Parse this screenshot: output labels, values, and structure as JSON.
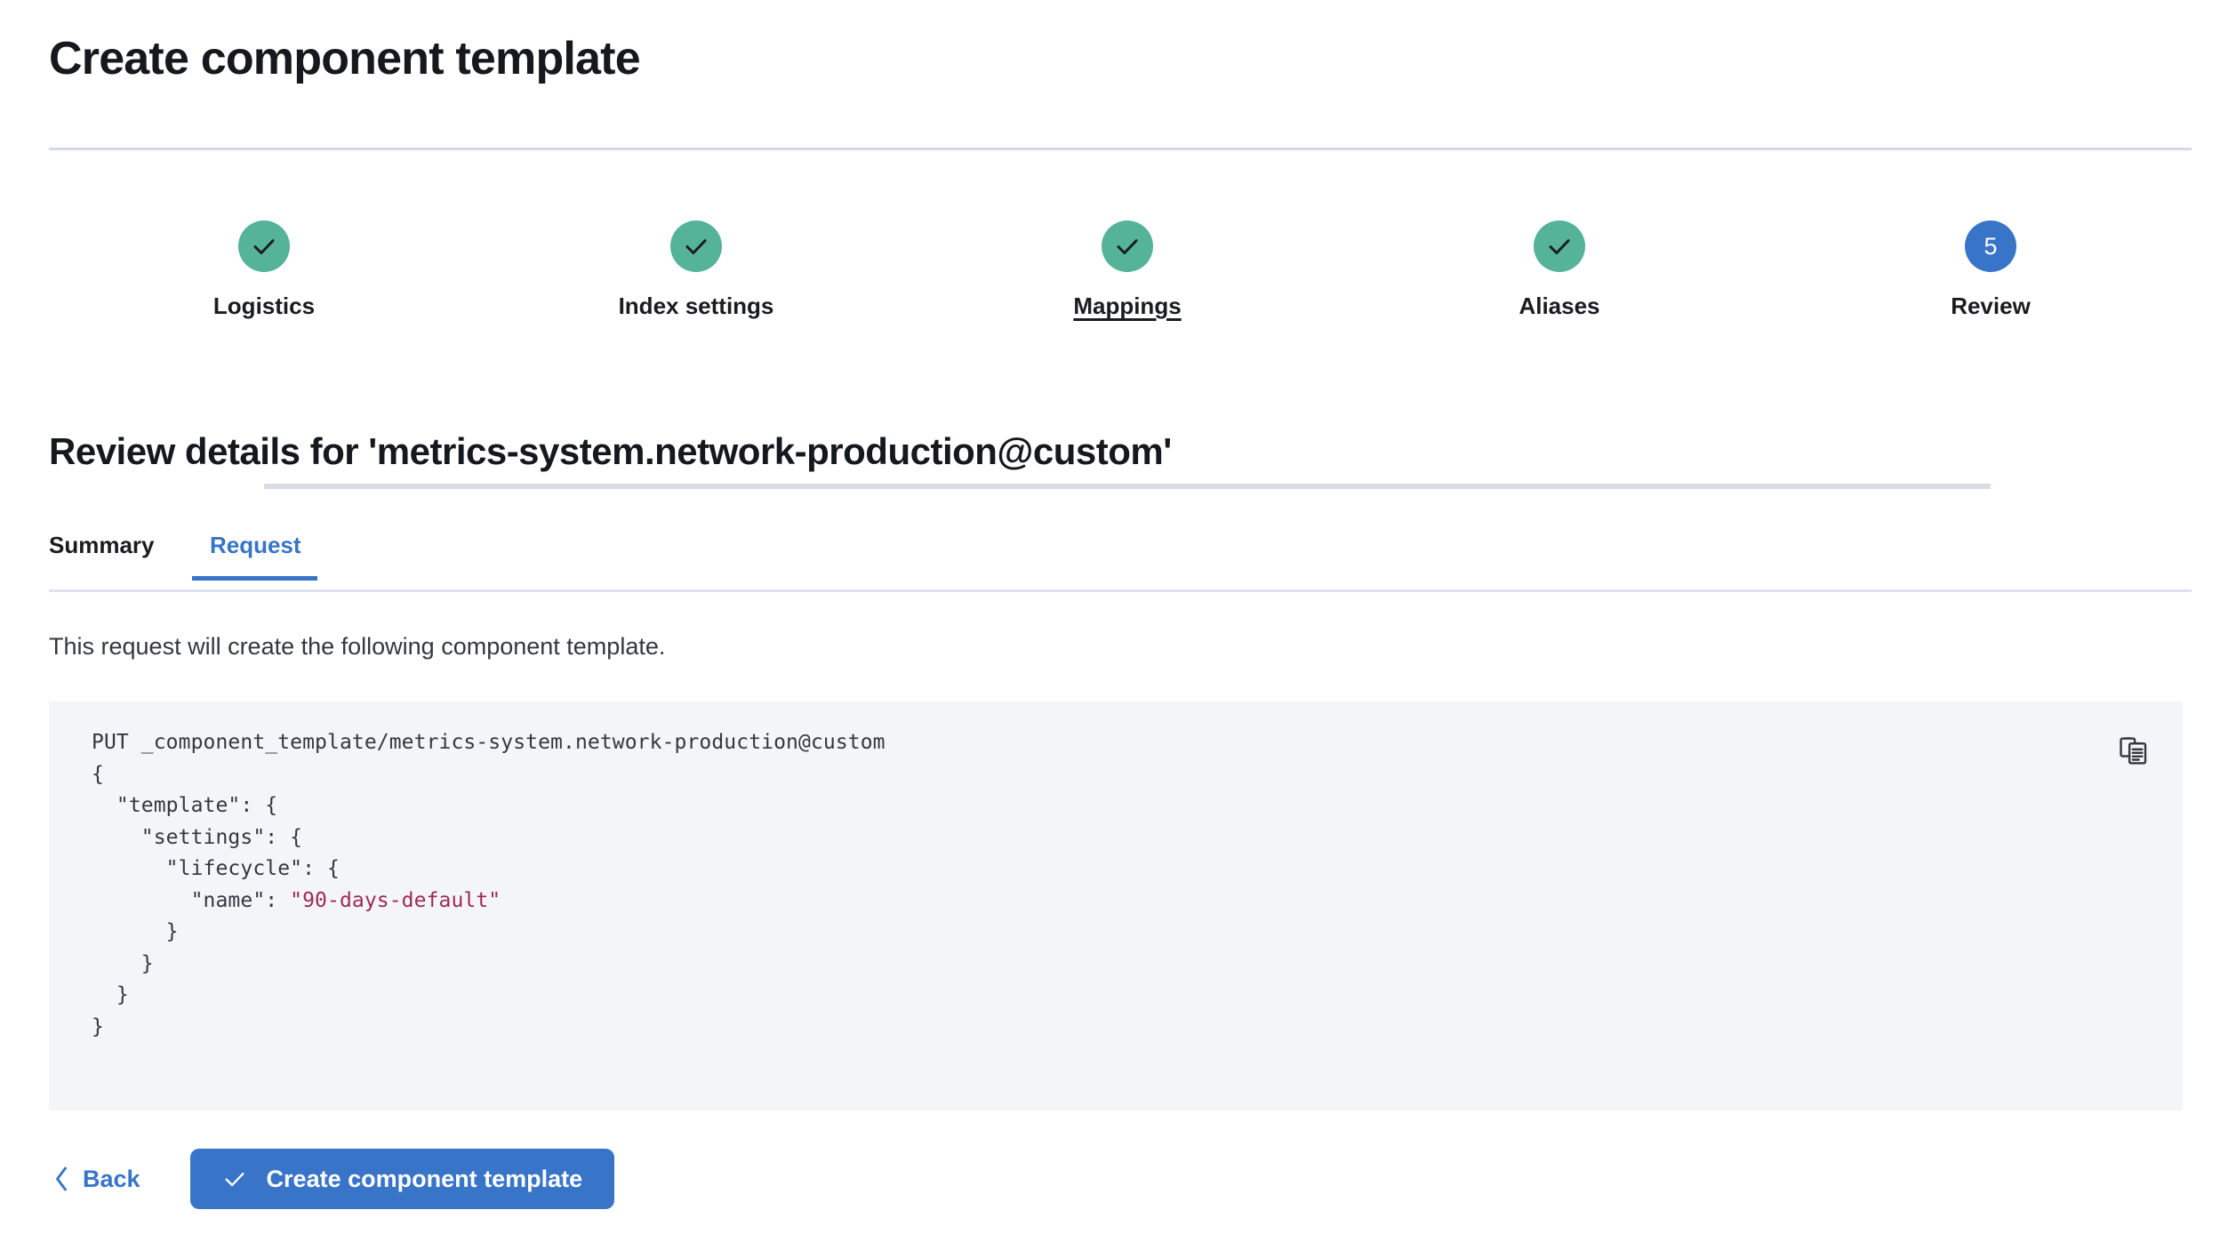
{
  "header": {
    "title": "Create component template"
  },
  "steps": {
    "items": [
      {
        "label": "Logistics",
        "state": "done",
        "marker": "check",
        "hovered": false
      },
      {
        "label": "Index settings",
        "state": "done",
        "marker": "check",
        "hovered": false
      },
      {
        "label": "Mappings",
        "state": "done",
        "marker": "check",
        "hovered": true
      },
      {
        "label": "Aliases",
        "state": "done",
        "marker": "check",
        "hovered": false
      },
      {
        "label": "Review",
        "state": "current",
        "marker": "5",
        "hovered": false
      }
    ]
  },
  "review": {
    "heading": "Review details for 'metrics-system.network-production@custom'",
    "tabs": [
      {
        "label": "Summary",
        "active": false
      },
      {
        "label": "Request",
        "active": true
      }
    ],
    "description": "This request will create the following component template."
  },
  "request": {
    "method_line": "PUT _component_template/metrics-system.network-production@custom",
    "body_lines": [
      "{",
      "  \"template\": {",
      "    \"settings\": {",
      "      \"lifecycle\": {",
      "        \"name\": ",
      "      }",
      "    }",
      "  }",
      "}"
    ],
    "lifecycle_name_value": "\"90-days-default\"",
    "copy_icon": "copy-clipboard-icon"
  },
  "footer": {
    "back_label": "Back",
    "back_icon": "chevron-left-icon",
    "submit_label": "Create component template",
    "submit_icon": "check-icon"
  },
  "colors": {
    "accent_blue": "#3874c8",
    "step_done_teal": "#54b399",
    "code_background": "#f4f5f9",
    "string_literal": "#9c2b4f",
    "divider": "#d3dae6"
  }
}
